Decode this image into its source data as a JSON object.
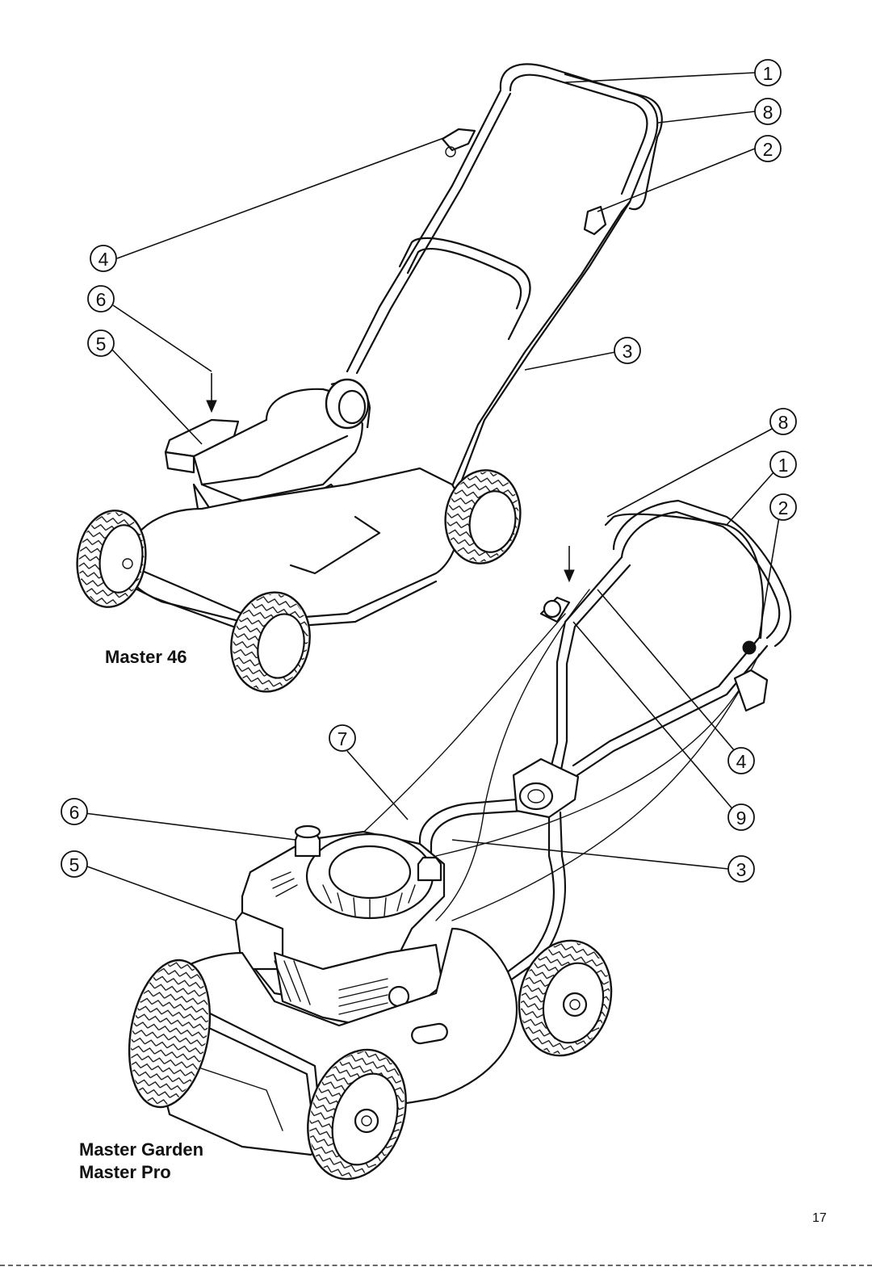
{
  "diagram": {
    "top_model_label": "Master 46",
    "bottom_model_labels": [
      "Master Garden",
      "Master Pro"
    ],
    "page_number": "17",
    "top_callouts": [
      {
        "num": "1"
      },
      {
        "num": "8"
      },
      {
        "num": "2"
      },
      {
        "num": "4"
      },
      {
        "num": "6"
      },
      {
        "num": "5"
      },
      {
        "num": "3"
      }
    ],
    "bottom_callouts": [
      {
        "num": "8"
      },
      {
        "num": "1"
      },
      {
        "num": "2"
      },
      {
        "num": "7"
      },
      {
        "num": "4"
      },
      {
        "num": "6"
      },
      {
        "num": "9"
      },
      {
        "num": "5"
      },
      {
        "num": "3"
      }
    ]
  }
}
